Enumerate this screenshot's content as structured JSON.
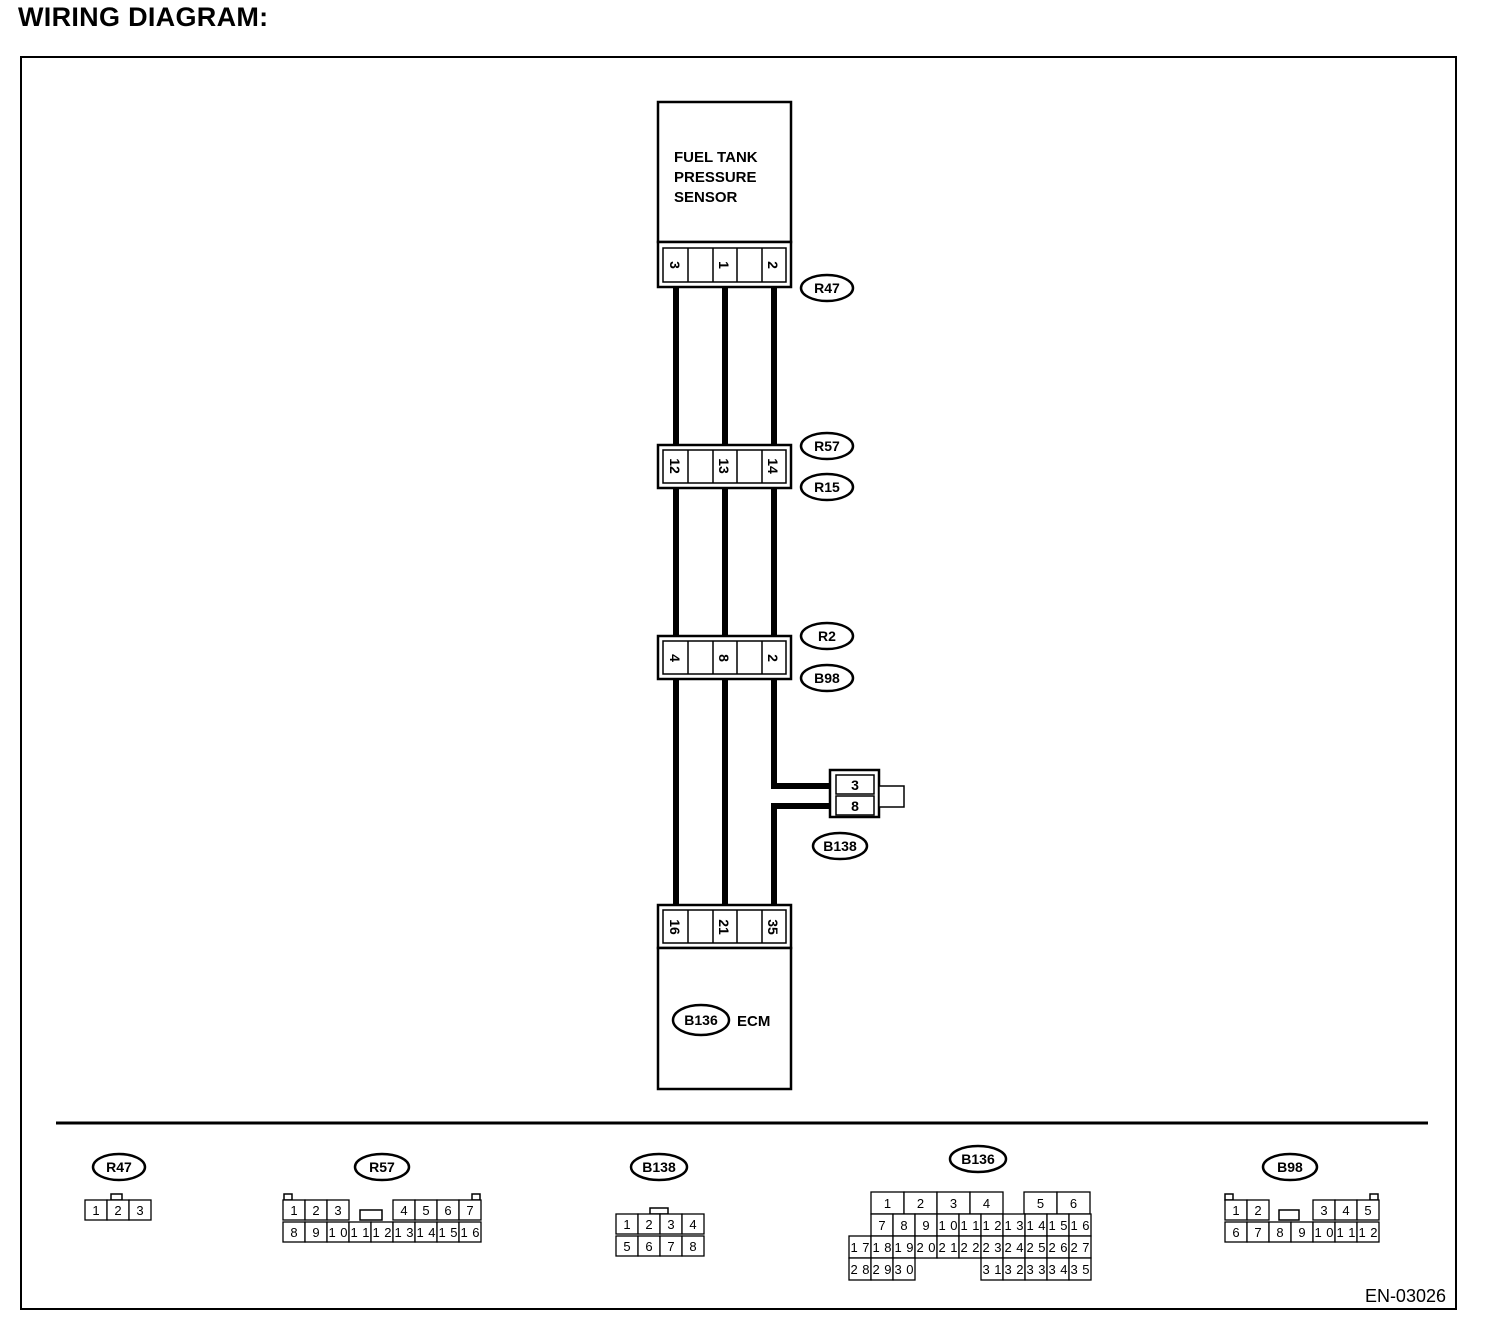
{
  "title": "WIRING DIAGRAM:",
  "figure_id": "EN-03026",
  "sensor": {
    "lines": [
      "FUEL TANK",
      "PRESSURE",
      "SENSOR"
    ],
    "connector": "R47",
    "pins": [
      "3",
      "",
      "1",
      "",
      "2"
    ]
  },
  "junction_1": {
    "pins": [
      "12",
      "",
      "13",
      "",
      "14"
    ],
    "connectors": [
      "R57",
      "R15"
    ]
  },
  "junction_2": {
    "pins": [
      "4",
      "",
      "8",
      "",
      "2"
    ],
    "connectors": [
      "R2",
      "B98"
    ]
  },
  "branch": {
    "pins": [
      "3",
      "8"
    ],
    "connector": "B138"
  },
  "ecm": {
    "pins": [
      "16",
      "",
      "21",
      "",
      "35"
    ],
    "connector": "B136",
    "label": "ECM"
  },
  "legend": {
    "r47": {
      "name": "R47",
      "pins": [
        "1",
        "2",
        "3"
      ]
    },
    "r57": {
      "name": "R57",
      "row1": [
        "1",
        "2",
        "3",
        "4",
        "5",
        "6",
        "7"
      ],
      "row2": [
        "8",
        "9",
        "10",
        "11",
        "12",
        "13",
        "14",
        "15",
        "16"
      ]
    },
    "b138": {
      "name": "B138",
      "row1": [
        "1",
        "2",
        "3",
        "4"
      ],
      "row2": [
        "5",
        "6",
        "7",
        "8"
      ]
    },
    "b136": {
      "name": "B136",
      "row1": [
        "1",
        "2",
        "3",
        "4",
        "5",
        "6"
      ],
      "row2": [
        "7",
        "8",
        "9",
        "10",
        "11",
        "12",
        "13",
        "14",
        "15",
        "16"
      ],
      "row3": [
        "17",
        "18",
        "19",
        "20",
        "21",
        "22",
        "23",
        "24",
        "25",
        "26",
        "27"
      ],
      "row4": [
        "28",
        "29",
        "30",
        "31",
        "32",
        "33",
        "34",
        "35"
      ]
    },
    "b98": {
      "name": "B98",
      "row1": [
        "1",
        "2",
        "3",
        "4",
        "5"
      ],
      "row2": [
        "6",
        "7",
        "8",
        "9",
        "10",
        "11",
        "12"
      ]
    }
  }
}
